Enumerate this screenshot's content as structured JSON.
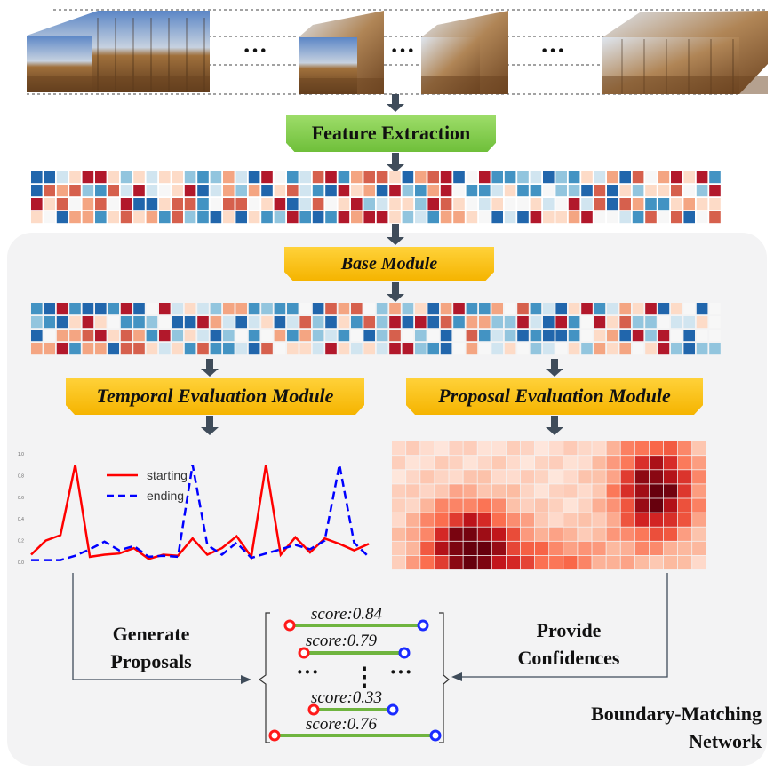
{
  "frames": {
    "ellipsis_1": "···",
    "ellipsis_2": "···",
    "ellipsis_3": "···"
  },
  "banners": {
    "feature_extraction": "Feature Extraction",
    "base_module": "Base Module",
    "temporal_evaluation": "Temporal Evaluation Module",
    "proposal_evaluation": "Proposal Evaluation Module"
  },
  "chart": {
    "legend": {
      "starting": "starting",
      "ending": "ending"
    },
    "y_ticks": [
      "1.0",
      "0.8",
      "0.6",
      "0.4",
      "0.2",
      "0.0"
    ],
    "colors": {
      "starting": "#ff0000",
      "ending": "#0000ff"
    }
  },
  "chart_data": {
    "type": "line",
    "x": [
      0,
      1,
      2,
      3,
      4,
      5,
      6,
      7,
      8,
      9,
      10,
      11,
      12,
      13,
      14,
      15,
      16,
      17,
      18,
      19,
      20,
      21,
      22,
      23
    ],
    "series": [
      {
        "name": "starting",
        "values": [
          0.07,
          0.2,
          0.25,
          0.9,
          0.05,
          0.07,
          0.08,
          0.13,
          0.03,
          0.07,
          0.06,
          0.22,
          0.07,
          0.13,
          0.24,
          0.05,
          0.9,
          0.07,
          0.23,
          0.09,
          0.22,
          0.17,
          0.11,
          0.17
        ]
      },
      {
        "name": "ending",
        "values": [
          0.02,
          0.02,
          0.02,
          0.06,
          0.12,
          0.19,
          0.11,
          0.15,
          0.05,
          0.06,
          0.05,
          0.9,
          0.16,
          0.07,
          0.18,
          0.04,
          0.08,
          0.12,
          0.16,
          0.12,
          0.2,
          0.9,
          0.18,
          0.05
        ]
      }
    ],
    "ylim": [
      0,
      1.0
    ]
  },
  "labels": {
    "generate_proposals": [
      "Generate",
      "Proposals"
    ],
    "provide_confidences": [
      "Provide",
      "Confidences"
    ],
    "network_name": [
      "Boundary-Matching",
      "Network"
    ]
  },
  "proposals": {
    "items": [
      {
        "score": "score:0.84"
      },
      {
        "score": "score:0.79"
      },
      {
        "score": "score:0.33"
      },
      {
        "score": "score:0.76"
      }
    ],
    "ellipsis_left": "···",
    "ellipsis_mid": "⋮",
    "ellipsis_right": "···"
  },
  "colors": {
    "arrow": "#3f4c5a",
    "feature_banner": "#7ccb45",
    "module_banner": "#f7bb07",
    "proposal_bar": "#6fb43f",
    "start_point": "#ff1a1a",
    "end_point": "#1a2bff",
    "panel": "#f3f3f4"
  }
}
